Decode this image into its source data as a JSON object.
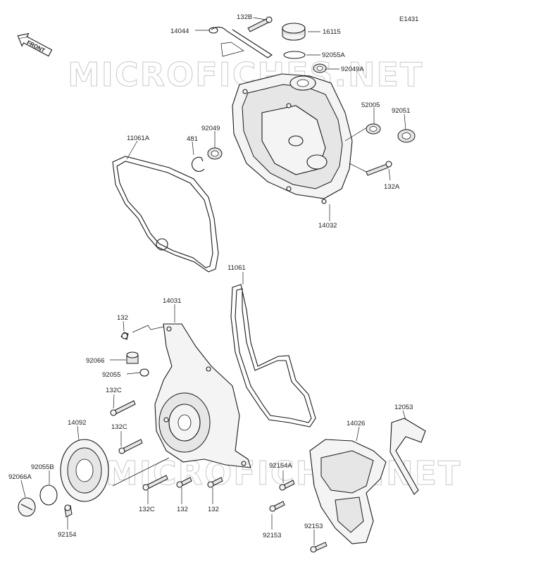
{
  "diagram": {
    "ref_code": "E1431",
    "front_label": "FRONT",
    "watermark": "MICROFICHES.NET",
    "labels": {
      "p132B": "132B",
      "p16115": "16115",
      "p14044": "14044",
      "p92055A": "92055A",
      "p92049A": "92049A",
      "p52005": "52005",
      "p92051": "92051",
      "p92049": "92049",
      "p481": "481",
      "p11061A": "11061A",
      "p132A": "132A",
      "p14032": "14032",
      "p11061": "11061",
      "p14031": "14031",
      "p132_top": "132",
      "p92066": "92066",
      "p92055": "92055",
      "p132C_a": "132C",
      "p132C_b": "132C",
      "p14092": "14092",
      "p92055B": "92055B",
      "p92066A": "92066A",
      "p92154": "92154",
      "p132C_c": "132C",
      "p132_mid": "132",
      "p132_right": "132",
      "p12053": "12053",
      "p14026": "14026",
      "p92154A": "92154A",
      "p92153_a": "92153",
      "p92153_b": "92153"
    }
  }
}
